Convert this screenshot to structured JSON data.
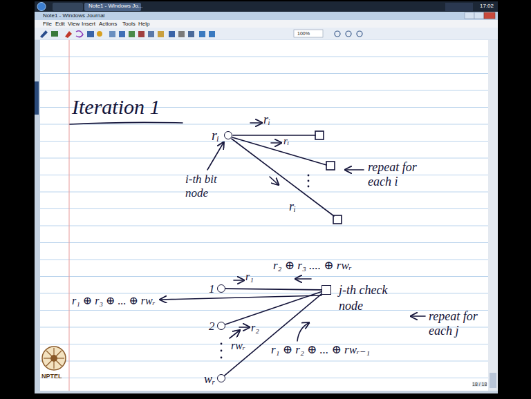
{
  "diagram": {
    "title": "Iteration 1",
    "nodes": [
      {
        "text": [
          "rᵢ"
        ]
      },
      {
        "text": [
          "1"
        ]
      },
      {
        "text": [
          "2"
        ]
      },
      {
        "text": [
          "wᵣ"
        ]
      },
      {
        "text": [
          "j-th check node"
        ]
      }
    ],
    "edges": [
      {
        "from": 1,
        "to": 4,
        "arrow": "none"
      },
      {
        "from": 2,
        "to": 4,
        "arrow": "none"
      },
      {
        "from": 3,
        "to": 4,
        "arrow": "none"
      }
    ],
    "labels": [
      "Note1 - Windows Jo...",
      "Note1 - Windows Journal",
      "17:02",
      "File",
      "Edit",
      "View",
      "Insert",
      "Actions",
      "Tools",
      "Help",
      "100%",
      "18 / 18",
      "NPTEL",
      "rᵢ",
      "rᵢ",
      "rᵢ",
      "i-th bit node",
      "repeat for each i",
      "r₁",
      "r₂",
      "rwᵣ",
      "r₂ ⊕ r₃ .... ⊕ rwᵣ",
      "r₁ ⊕ r₃ ⊕ ... ⊕ rwᵣ",
      "r₁ ⊕ r₂ ⊕ ... ⊕ rwᵣ₋₁",
      "repeat for each j"
    ]
  }
}
